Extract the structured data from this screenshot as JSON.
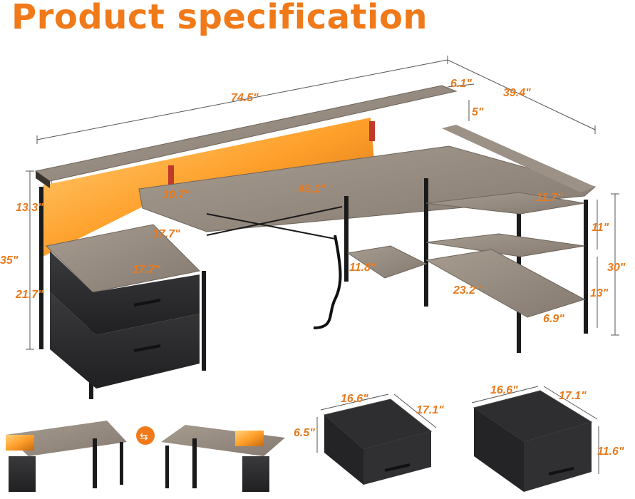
{
  "title": "Product specification",
  "colors": {
    "accent": "#f07a1a",
    "wood": "#9a8f84",
    "frame": "#1c1c1c",
    "fabric": "#2a2a2c",
    "led": "#ffae33"
  },
  "dimensions": {
    "total_length": "74.5\"",
    "shelf_depth": "6.1\"",
    "return_length": "39.4\"",
    "shelf_height": "5\"",
    "upper_height": "13.3\"",
    "total_height": "35\"",
    "lower_height": "21.7\"",
    "desk_depth": "19.7\"",
    "desk_width": "46.1\"",
    "cabinet_depth": "17.7\"",
    "cabinet_width": "17.7\"",
    "small_shelf": "11.8\"",
    "return_width": "11.7\"",
    "shelf_upper": "11\"",
    "side_height": "30\"",
    "shelf_lower": "13\"",
    "shelf_length": "23.2\"",
    "shelf_gap": "6.9\"",
    "drawer1_width": "16.6\"",
    "drawer1_depth": "17.1\"",
    "drawer1_height": "6.5\"",
    "drawer2_width": "16.6\"",
    "drawer2_depth": "17.1\"",
    "drawer2_height": "11.6\""
  },
  "icons": {
    "reversible": "swap-arrows-icon"
  }
}
